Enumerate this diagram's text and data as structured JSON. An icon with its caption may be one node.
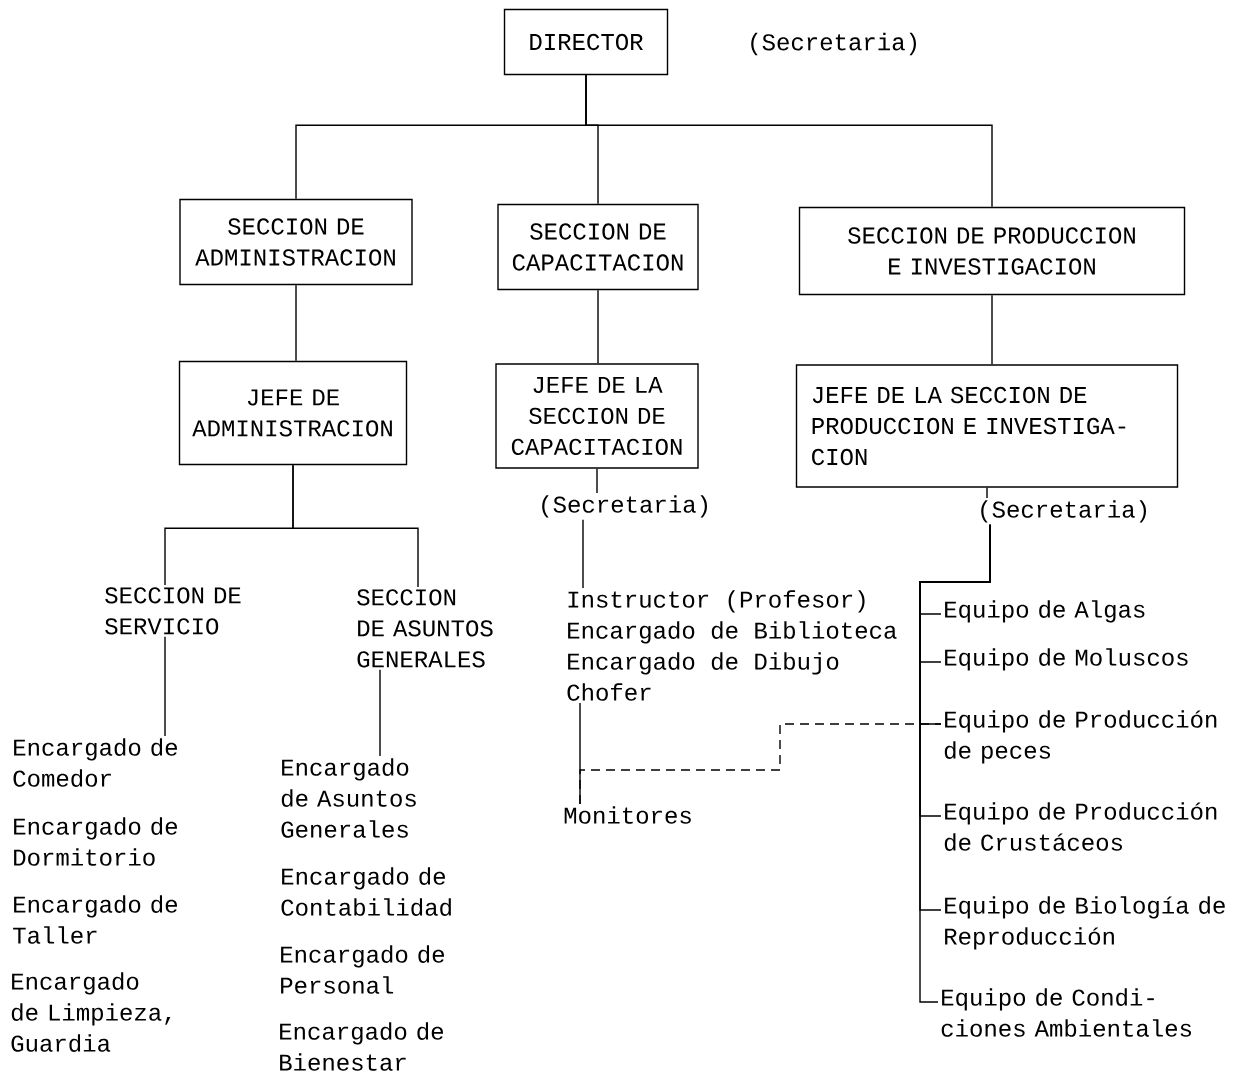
{
  "diagram": {
    "nodes": [
      {
        "text": [
          "DIRECTOR"
        ],
        "beside": [
          "(Secretaria)"
        ]
      },
      {
        "text": [
          "SECCION DE ADMINISTRACION"
        ]
      },
      {
        "text": [
          "SECCION DE CAPACITACION"
        ]
      },
      {
        "text": [
          "SECCION DE PRODUCCION E INVESTIGACION"
        ]
      },
      {
        "text": [
          "JEFE DE ADMINISTRACION"
        ]
      },
      {
        "text": [
          "JEFE DE LA SECCION DE CAPACITACION"
        ]
      },
      {
        "text": [
          "JEFE DE LA SECCION DE PRODUCCION E INVESTIGA- CION"
        ]
      },
      {
        "text": [
          "(Secretaria)"
        ]
      },
      {
        "text": [
          "(Secretaria)"
        ]
      },
      {
        "text": [
          "SECCION DE SERVICIO"
        ]
      },
      {
        "text": [
          "SECCION DE ASUNTOS GENERALES"
        ]
      },
      {
        "text": [
          "Instructor (Profesor)",
          "Encargado de Biblioteca",
          "Encargado de Dibujo",
          "Chofer"
        ]
      },
      {
        "text": [
          "Monitores"
        ]
      },
      {
        "text": [
          "Encargado de Comedor"
        ]
      },
      {
        "text": [
          "Encargado de Dormitorio"
        ]
      },
      {
        "text": [
          "Encargado de Taller"
        ]
      },
      {
        "text": [
          "Encargado de Limpieza, Guardia"
        ]
      },
      {
        "text": [
          "Encargado de Asuntos Generales"
        ]
      },
      {
        "text": [
          "Encargado de Contabilidad"
        ]
      },
      {
        "text": [
          "Encargado de Personal"
        ]
      },
      {
        "text": [
          "Encargado de Bienestar"
        ]
      },
      {
        "text": [
          "Equipo de Algas"
        ]
      },
      {
        "text": [
          "Equipo de Moluscos"
        ]
      },
      {
        "text": [
          "Equipo de Producción de peces"
        ]
      },
      {
        "text": [
          "Equipo de Producción de Crustáceos"
        ]
      },
      {
        "text": [
          "Equipo de Biología de Reproducción"
        ]
      },
      {
        "text": [
          "Equipo de Condi- ciones Ambientales"
        ]
      }
    ],
    "edges": [
      {
        "from": 0,
        "to": 1,
        "arrow": "none"
      },
      {
        "from": 0,
        "to": 2,
        "arrow": "none"
      },
      {
        "from": 0,
        "to": 3,
        "arrow": "none"
      },
      {
        "from": 1,
        "to": 4,
        "arrow": "none"
      },
      {
        "from": 2,
        "to": 5,
        "arrow": "none"
      },
      {
        "from": 3,
        "to": 6,
        "arrow": "none"
      },
      {
        "from": 4,
        "to": 9,
        "arrow": "none"
      },
      {
        "from": 4,
        "to": 10,
        "arrow": "none"
      },
      {
        "from": 9,
        "to": 13,
        "arrow": "none"
      },
      {
        "from": 10,
        "to": 17,
        "arrow": "none"
      },
      {
        "from": 5,
        "to": 7,
        "arrow": "none"
      },
      {
        "from": 7,
        "to": 11,
        "arrow": "none"
      },
      {
        "from": 11,
        "to": 12,
        "arrow": "none"
      },
      {
        "from": 6,
        "to": 8,
        "arrow": "none"
      },
      {
        "from": 8,
        "to": 21,
        "arrow": "none"
      },
      {
        "from": 8,
        "to": 22,
        "arrow": "none"
      },
      {
        "from": 8,
        "to": 23,
        "arrow": "none"
      },
      {
        "from": 8,
        "to": 24,
        "arrow": "none"
      },
      {
        "from": 8,
        "to": 25,
        "arrow": "none"
      },
      {
        "from": 8,
        "to": 26,
        "arrow": "none"
      },
      {
        "from": 12,
        "to": 23,
        "arrow": "none",
        "style": "dashed"
      }
    ]
  }
}
